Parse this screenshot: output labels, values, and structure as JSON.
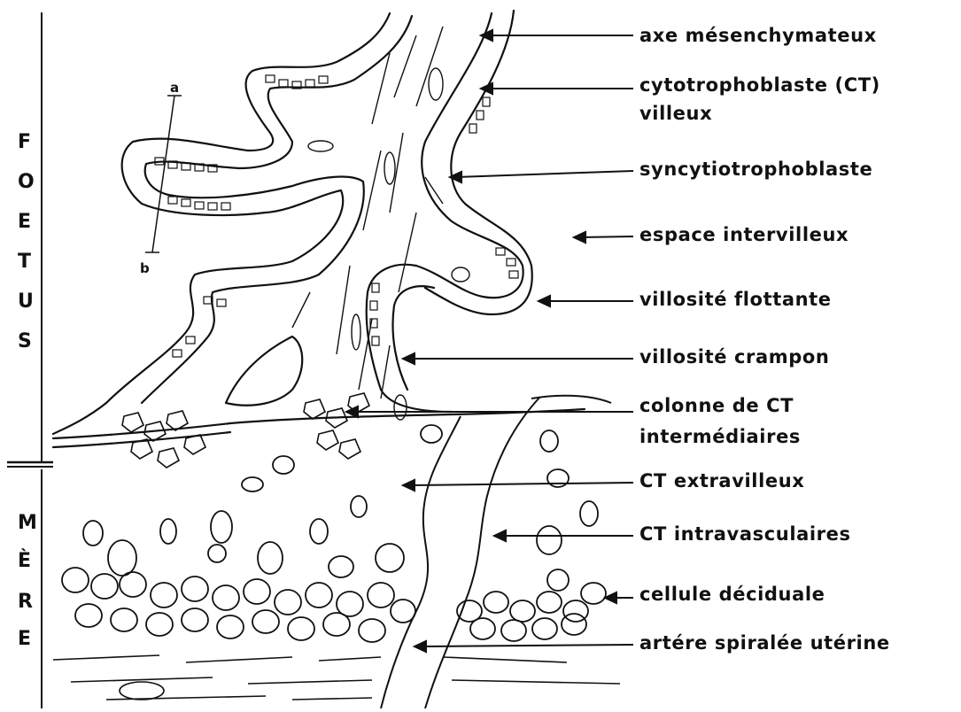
{
  "side_labels": {
    "foetus": [
      "F",
      "O",
      "E",
      "T",
      "U",
      "S"
    ],
    "mere": [
      "M",
      "È",
      "R",
      "E"
    ]
  },
  "section_markers": {
    "a": "a",
    "b": "b"
  },
  "labels": [
    "axe mésenchymateux",
    "cytotrophoblaste (CT)",
    "villeux",
    "syncytiotrophoblaste",
    "espace intervilleux",
    "villosité flottante",
    "villosité crampon",
    "colonne de CT",
    "intermédiaires",
    "CT extravilleux",
    "CT intravasculaires",
    "cellule déciduale",
    "artére spiralée utérine"
  ],
  "colors": {
    "ink": "#111111",
    "background": "#ffffff"
  }
}
